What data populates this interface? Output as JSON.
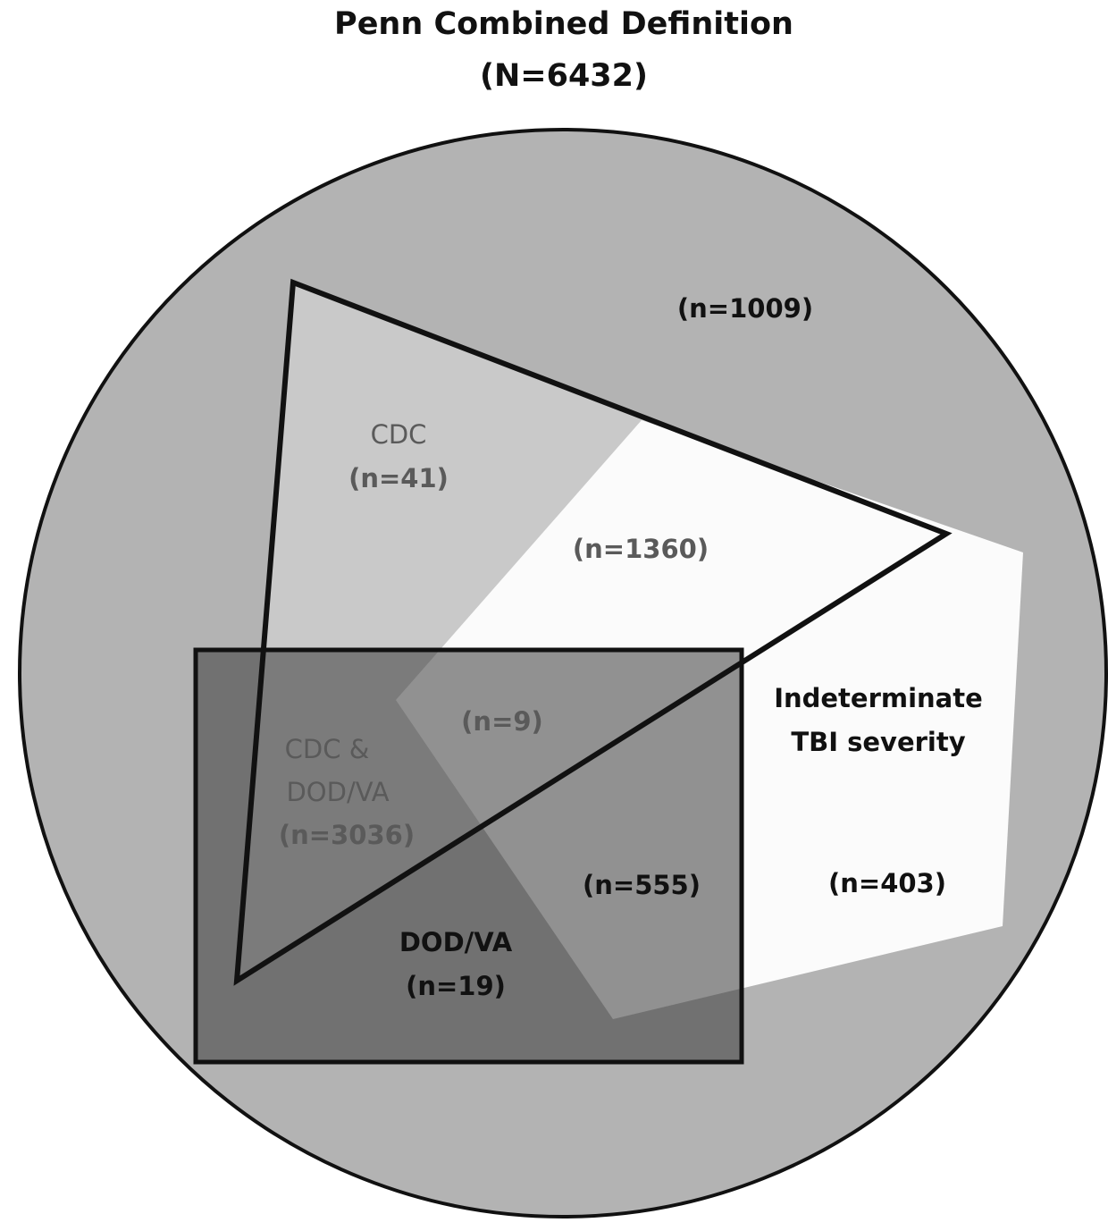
{
  "title": {
    "line1": "Penn Combined Definition",
    "line2": "(N=6432)"
  },
  "regions": {
    "penn_only": {
      "count": "(n=1009)"
    },
    "cdc_only": {
      "name": "CDC",
      "count": "(n=41)"
    },
    "cdc_indeterminate": {
      "count": "(n=1360)"
    },
    "all_three": {
      "count": "(n=9)"
    },
    "cdc_dodva": {
      "name_line1": "CDC &",
      "name_line2": "DOD/VA",
      "count": "(n=3036)"
    },
    "dodva_indeterminate": {
      "count": "(n=555)"
    },
    "indeterminate_only": {
      "name_line1": "Indeterminate",
      "name_line2": "TBI severity",
      "count": "(n=403)"
    },
    "dodva_only": {
      "name": "DOD/VA",
      "count": "(n=19)"
    }
  },
  "colors": {
    "circle_fill": "#b3b3b3",
    "triangle_fill": "#c9c9c9",
    "pentagon_fill": "#fbfbfb",
    "rectangle_fill": "#8f8f8f",
    "outline": "#111111"
  }
}
